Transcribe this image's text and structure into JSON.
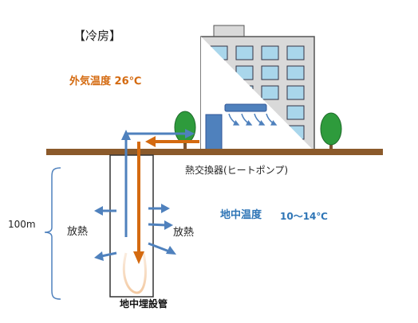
{
  "title": "【冷房】",
  "outdoor_temperature": "外気温度 26℃",
  "heat_pump": "熱交換器(ヒートポンプ)",
  "ground_temperature": {
    "label": "地中温度",
    "value": "10～14℃"
  },
  "depth": "100m",
  "heat_release_left": "放熱",
  "heat_release_right": "放熱",
  "pipe": "地中埋設管",
  "colors": {
    "warm_flow": "#D46A10",
    "cool_flow": "#4F81BD",
    "ground": "#8B5A2B",
    "building": "#D9D9D9",
    "window": "#A9D6EB",
    "tree": "#2E9B3C",
    "trunk": "#7F5533"
  }
}
